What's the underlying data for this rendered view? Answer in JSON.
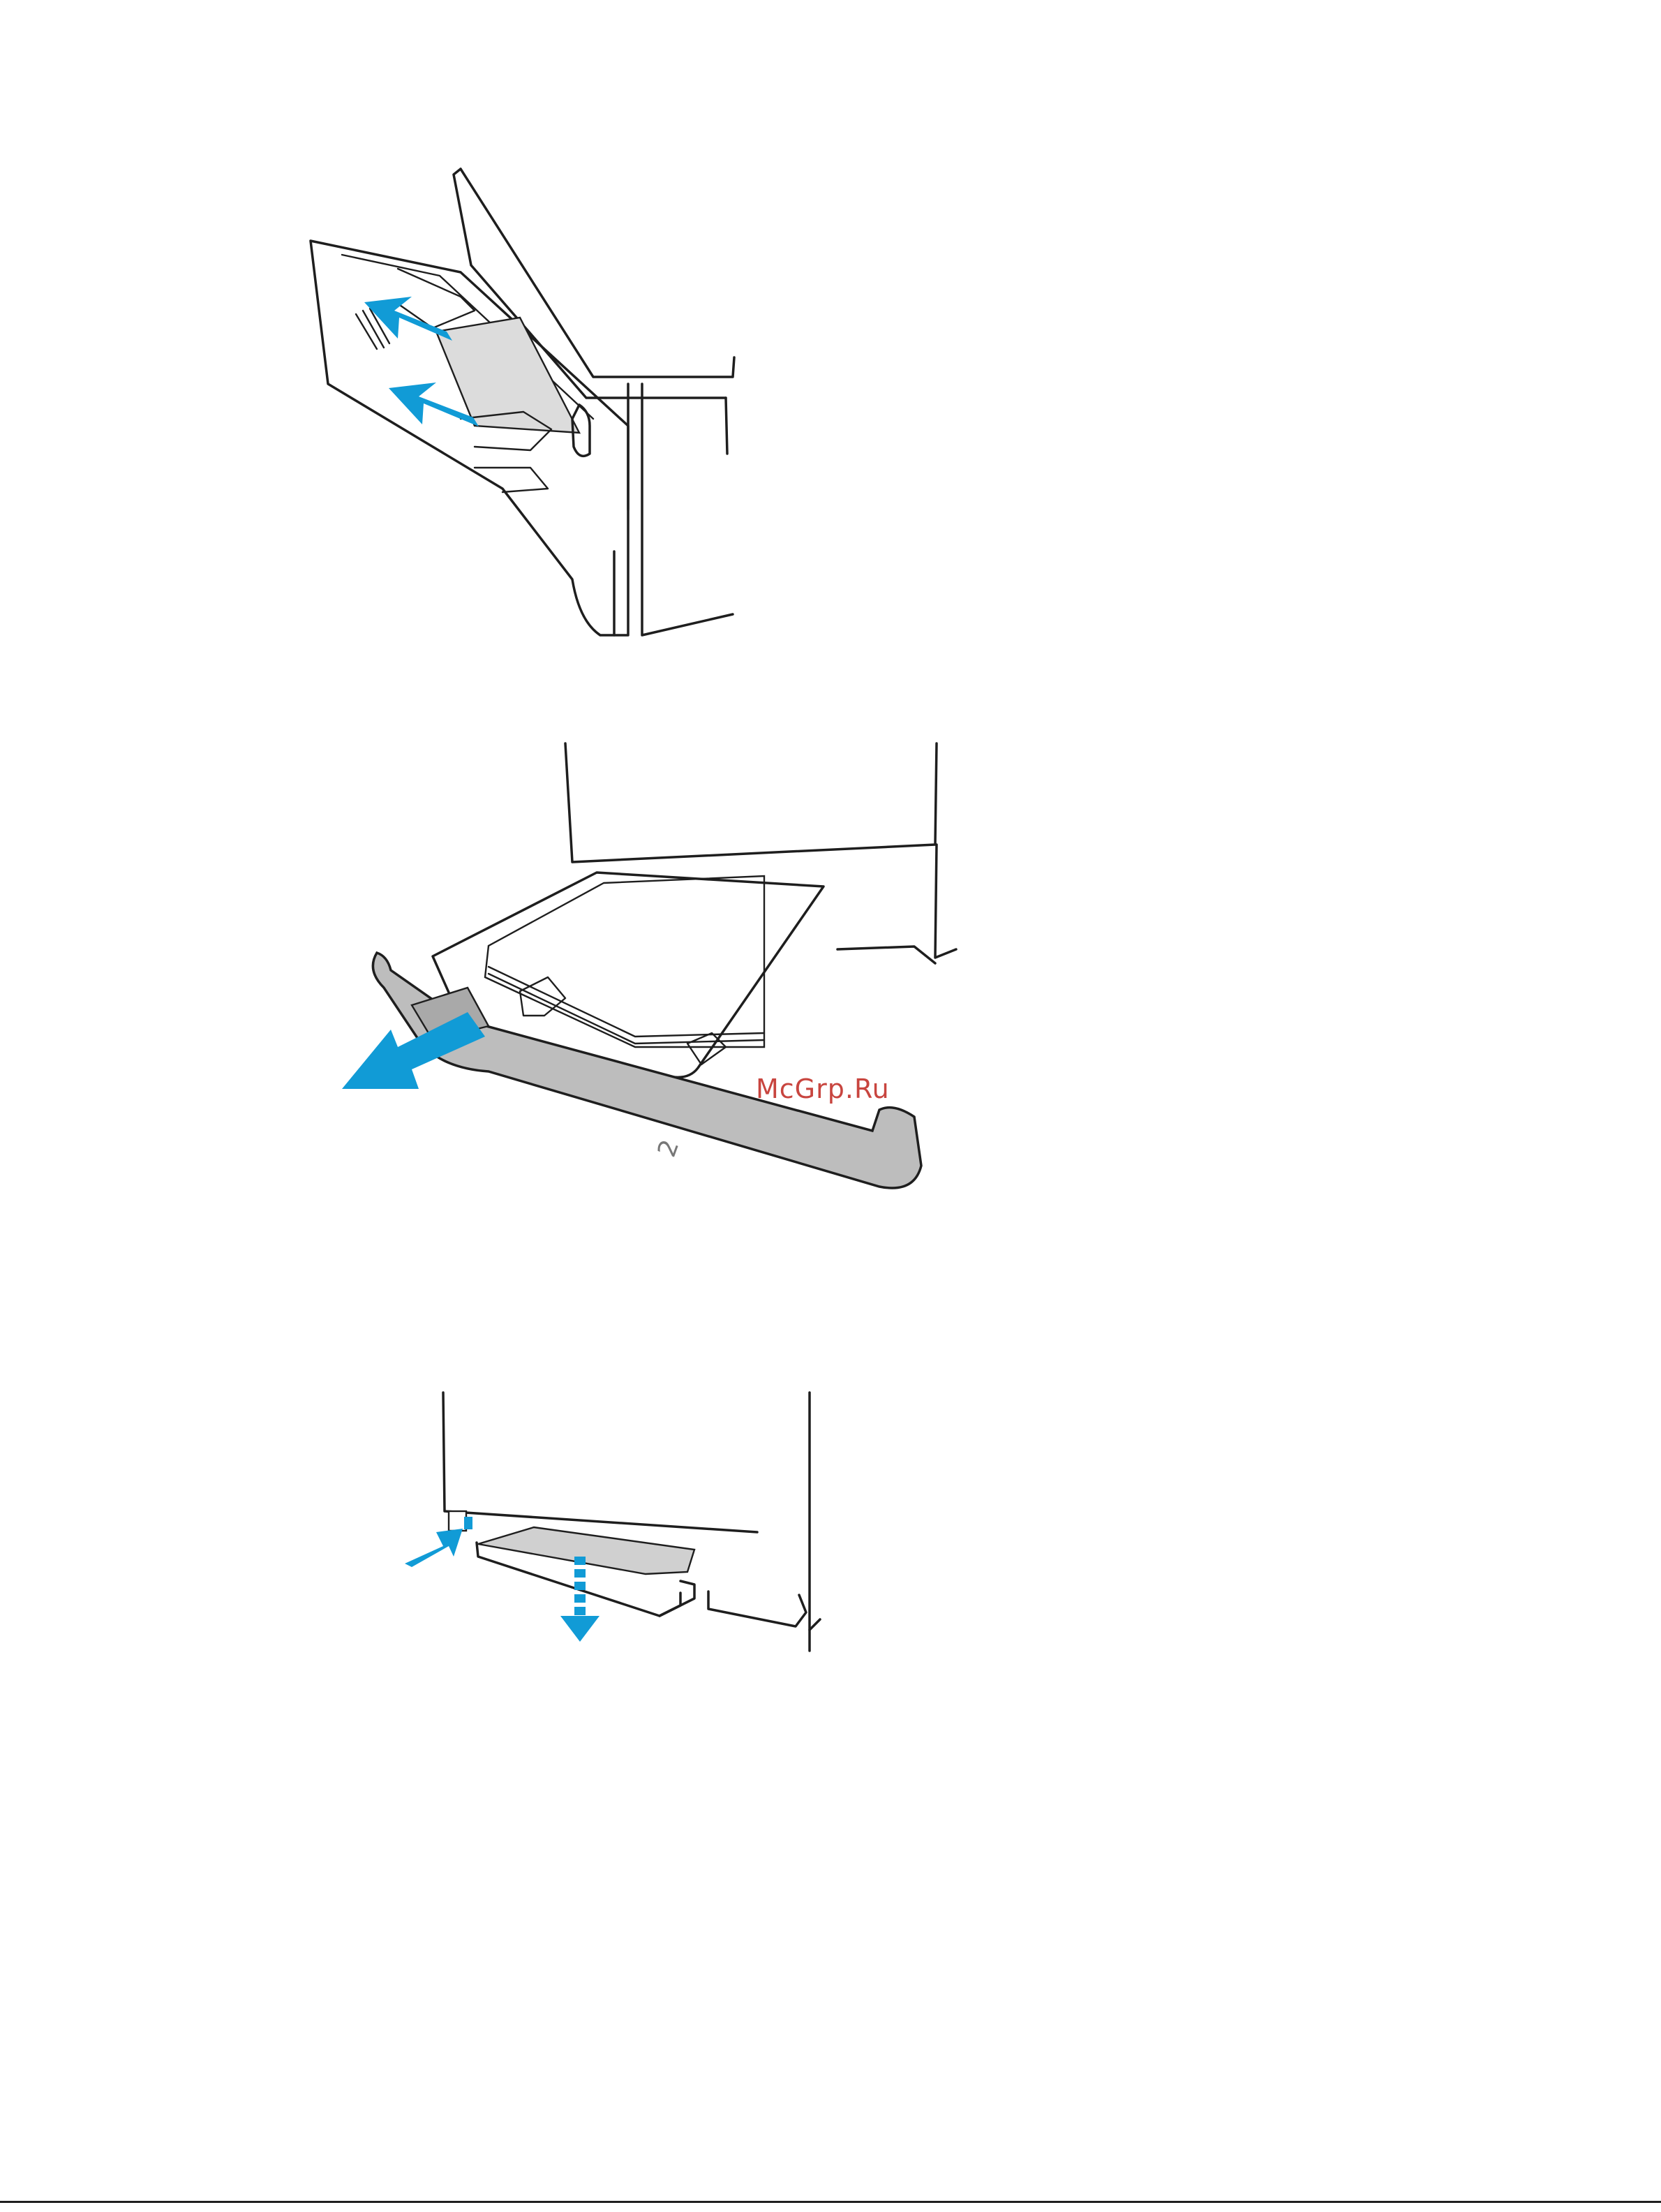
{
  "watermark": {
    "text": "McGrp.Ru",
    "color": "#c8453f"
  },
  "colors": {
    "arrow": "#119bd6",
    "line": "#1e1e1e",
    "paper": "#dcdcdc",
    "tray": "#bdbdbd"
  },
  "figures": [
    {
      "name": "tray-1-paper-removal",
      "icons": [
        "arrow-left-icon",
        "arrow-left-icon"
      ]
    },
    {
      "name": "tray-2-open",
      "icons": [
        "arrow-pull-icon",
        "tray-number-2-icon"
      ]
    },
    {
      "name": "jam-door-release",
      "icons": [
        "arrow-press-icon",
        "arrow-down-dashed-icon"
      ]
    }
  ]
}
